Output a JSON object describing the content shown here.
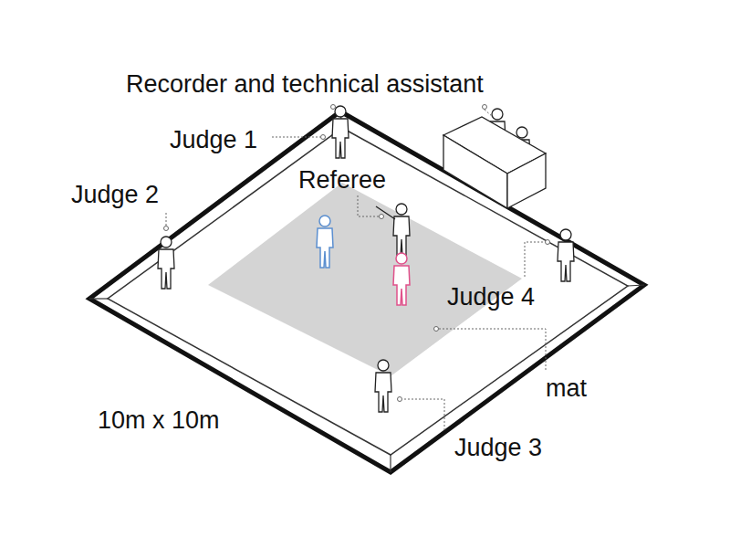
{
  "diagram": {
    "labels": [
      "Recorder and technical assistant",
      "Judge 1",
      "Judge 2",
      "Referee",
      "Judge 4",
      "mat",
      "Judge 3",
      "10m x 10m"
    ]
  }
}
